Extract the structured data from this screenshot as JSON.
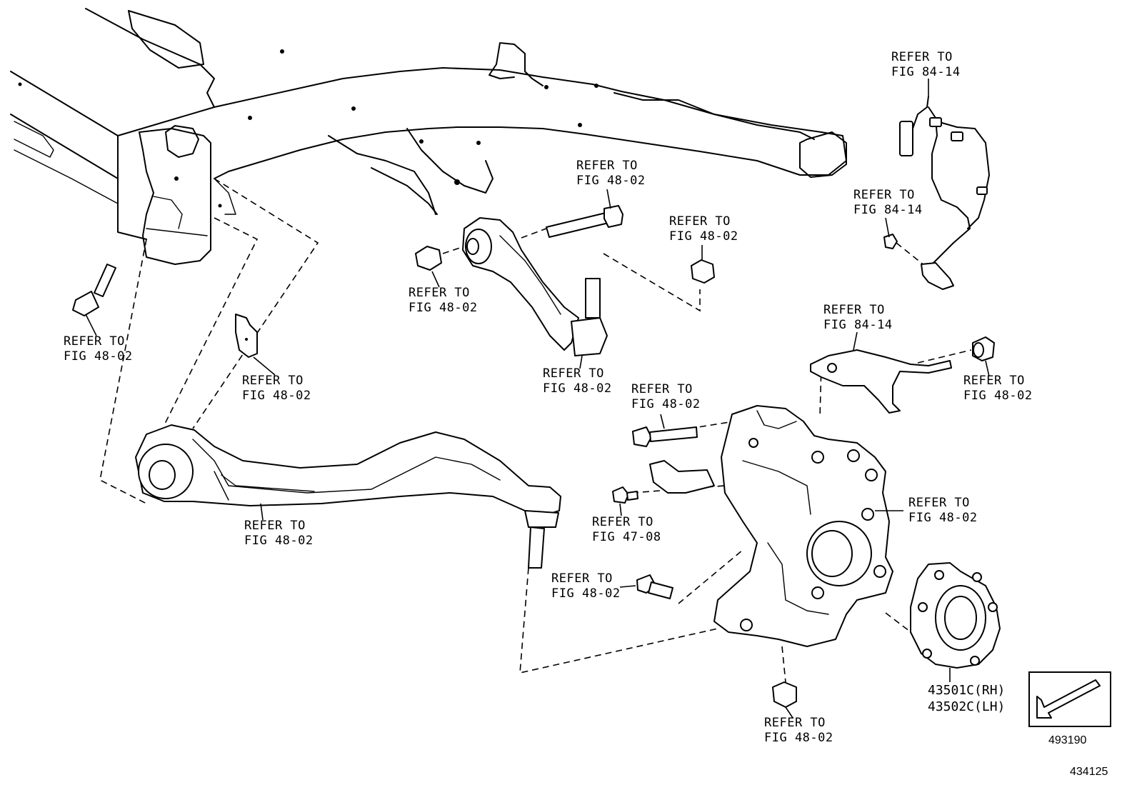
{
  "callouts": [
    {
      "id": "refer-1",
      "line1": "REFER TO",
      "line2": "FIG 84-14"
    },
    {
      "id": "refer-2",
      "line1": "REFER TO",
      "line2": "FIG 48-02"
    },
    {
      "id": "refer-3",
      "line1": "REFER TO",
      "line2": "FIG 84-14"
    },
    {
      "id": "refer-4",
      "line1": "REFER TO",
      "line2": "FIG 48-02"
    },
    {
      "id": "refer-5",
      "line1": "REFER TO",
      "line2": "FIG 48-02"
    },
    {
      "id": "refer-6",
      "line1": "REFER TO",
      "line2": "FIG 48-02"
    },
    {
      "id": "refer-7",
      "line1": "REFER TO",
      "line2": "FIG 48-02"
    },
    {
      "id": "refer-8",
      "line1": "REFER TO",
      "line2": "FIG 48-02"
    },
    {
      "id": "refer-9",
      "line1": "REFER TO",
      "line2": "FIG 84-14"
    },
    {
      "id": "refer-10",
      "line1": "REFER TO",
      "line2": "FIG 48-02"
    },
    {
      "id": "refer-11",
      "line1": "REFER TO",
      "line2": "FIG 48-02"
    },
    {
      "id": "refer-12",
      "line1": "REFER TO",
      "line2": "FIG 48-02"
    },
    {
      "id": "refer-13",
      "line1": "REFER TO",
      "line2": "FIG 47-08"
    },
    {
      "id": "refer-14",
      "line1": "REFER TO",
      "line2": "FIG 48-02"
    },
    {
      "id": "refer-15",
      "line1": "REFER TO",
      "line2": "FIG 48-02"
    },
    {
      "id": "refer-16",
      "line1": "REFER TO",
      "line2": "FIG 48-02"
    }
  ],
  "part_numbers": {
    "rh": "43501C(RH)",
    "lh": "43502C(LH)"
  },
  "arrow_box_number": "493190",
  "figure_number": "434125"
}
